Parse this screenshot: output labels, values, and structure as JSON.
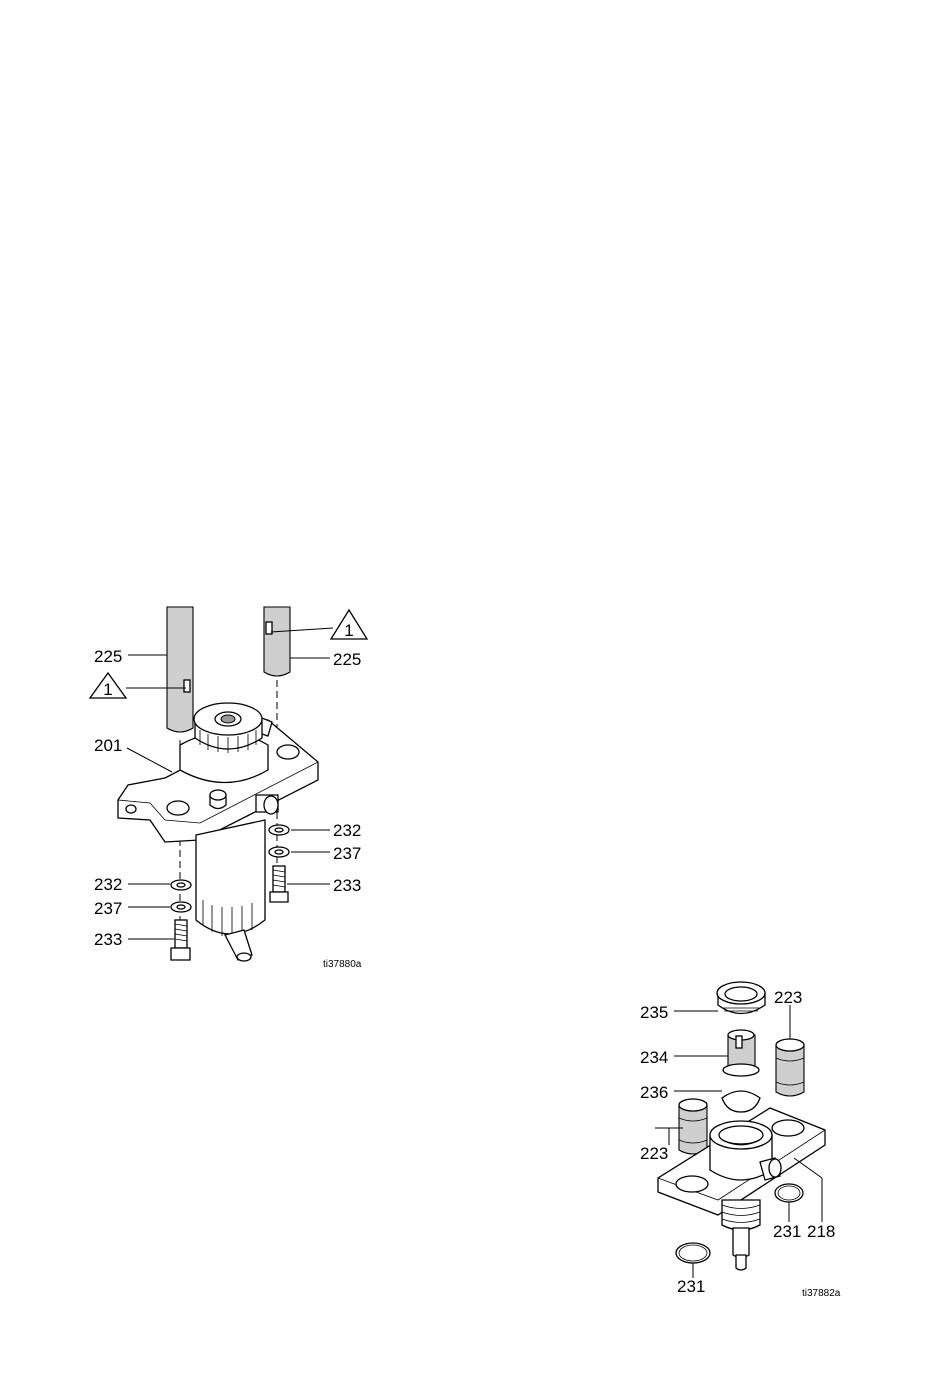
{
  "figure_1": {
    "figure_id": "ti37880a",
    "labels": {
      "rod_left": "225",
      "rod_right": "225",
      "housing": "201",
      "washer_right": "232",
      "lockwasher_right": "237",
      "screw_right": "233",
      "washer_left": "232",
      "lockwasher_left": "237",
      "screw_left": "233"
    },
    "callout_left": "1",
    "callout_right": "1"
  },
  "figure_2": {
    "figure_id": "ti37882a",
    "labels": {
      "nut": "235",
      "bushing": "234",
      "gasket": "236",
      "sleeve_left": "223",
      "sleeve_right": "223",
      "body": "218",
      "oring_right": "231",
      "oring_bottom": "231"
    }
  }
}
